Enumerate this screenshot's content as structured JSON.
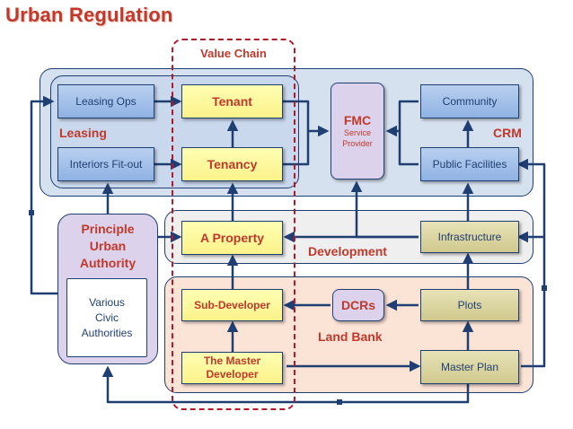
{
  "title": "Urban Regulation",
  "value_chain": "Value Chain",
  "sections": {
    "leasing": "Leasing",
    "crm": "CRM",
    "development": "Development",
    "land_bank": "Land Bank"
  },
  "boxes": {
    "leasing_ops": "Leasing Ops",
    "interiors": "Interiors Fit-out",
    "tenant": "Tenant",
    "tenancy": "Tenancy",
    "fmc_title": "FMC",
    "fmc_sub1": "Service",
    "fmc_sub2": "Provider",
    "community": "Community",
    "public_facilities": "Public Facilities",
    "a_property": "A Property",
    "infrastructure": "Infrastructure",
    "sub_developer": "Sub-Developer",
    "dcrs": "DCRs",
    "plots": "Plots",
    "master_dev1": "The Master",
    "master_dev2": "Developer",
    "master_plan": "Master Plan"
  },
  "pua": {
    "line1": "Principle",
    "line2": "Urban",
    "line3": "Authority"
  },
  "various": {
    "line1": "Various",
    "line2": "Civic",
    "line3": "Authorities"
  },
  "colors": {
    "title_red": "#c0392b",
    "navy": "#1f3f73",
    "dash_red": "#b2182b"
  }
}
